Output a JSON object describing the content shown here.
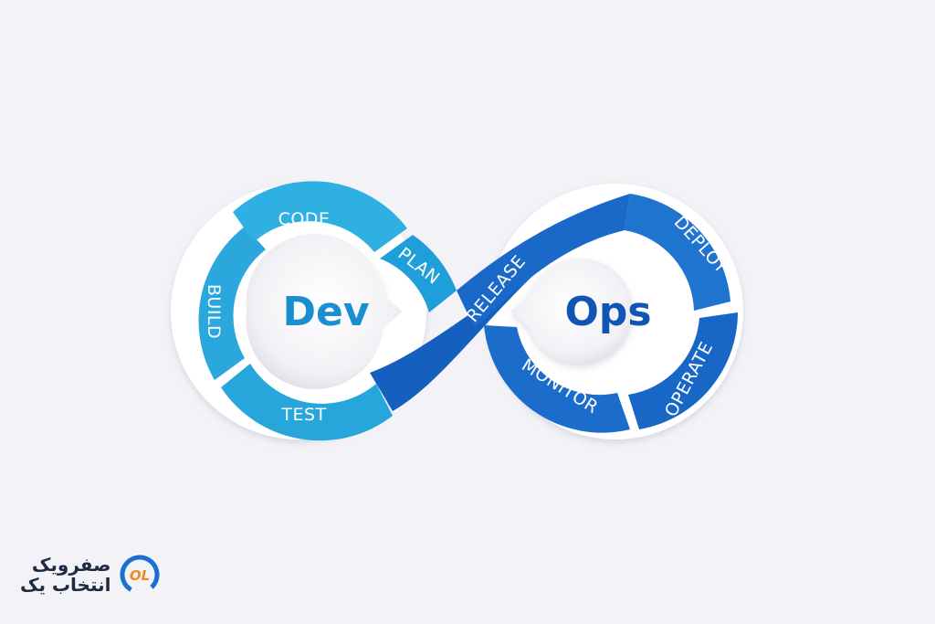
{
  "diagram": {
    "hubs": {
      "left": "Dev",
      "right": "Ops"
    },
    "stages": {
      "code": "CODE",
      "plan": "PLAN",
      "build": "BUILD",
      "test": "TEST",
      "release": "RELEASE",
      "deploy": "DEPLOY",
      "operate": "OPERATE",
      "monitor": "MONITOR"
    }
  },
  "brand": {
    "line1": "صفرویک",
    "line2": "انتخاب یک",
    "mark": "OL"
  },
  "colors": {
    "dev_light": "#2fa9de",
    "dev_mid": "#1c9ad6",
    "ops_dark": "#1565c0",
    "ops_mid": "#1e73cc",
    "hub_dev_text": "#1a8ed0",
    "hub_ops_text": "#1055b3",
    "background": "#f3f2f7"
  }
}
